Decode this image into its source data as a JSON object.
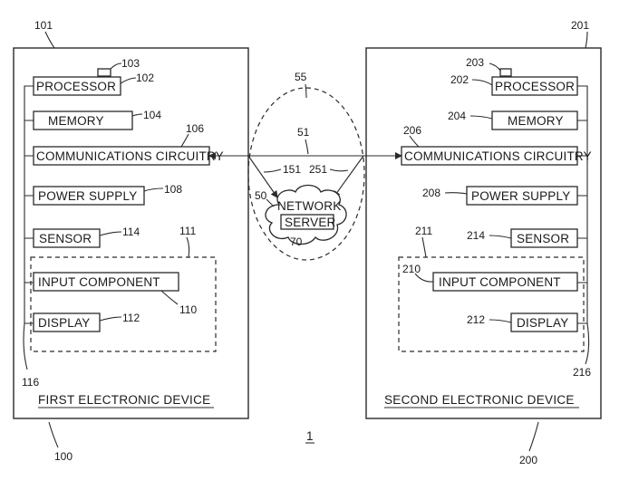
{
  "figure_number": "1",
  "device1": {
    "title": "FIRST ELECTRONIC DEVICE",
    "device_ref": "100",
    "frame_ref": "101",
    "processor": "PROCESSOR",
    "processor_ref": "102",
    "chip_ref": "103",
    "memory": "MEMORY",
    "memory_ref": "104",
    "comm": "COMMUNICATIONS CIRCUITRY",
    "comm_ref": "106",
    "power": "POWER SUPPLY",
    "power_ref": "108",
    "sensor": "SENSOR",
    "sensor_ref": "114",
    "io_group_ref": "111",
    "input": "INPUT COMPONENT",
    "input_ref": "110",
    "display": "DISPLAY",
    "display_ref": "112",
    "bus_ref": "116"
  },
  "device2": {
    "title": "SECOND ELECTRONIC DEVICE",
    "device_ref": "200",
    "frame_ref": "201",
    "processor": "PROCESSOR",
    "processor_ref": "202",
    "chip_ref": "203",
    "memory": "MEMORY",
    "memory_ref": "204",
    "comm": "COMMUNICATIONS CIRCUITRY",
    "comm_ref": "206",
    "power": "POWER SUPPLY",
    "power_ref": "208",
    "sensor": "SENSOR",
    "sensor_ref": "214",
    "io_group_ref": "211",
    "input": "INPUT COMPONENT",
    "input_ref": "210",
    "display": "DISPLAY",
    "display_ref": "212",
    "bus_ref": "216"
  },
  "network": {
    "area_ref": "55",
    "link_ref": "51",
    "network_ref": "50",
    "link1_ref": "151",
    "link2_ref": "251",
    "server_ref": "70",
    "network_label": "NETWORK",
    "server_label": "SERVER"
  }
}
